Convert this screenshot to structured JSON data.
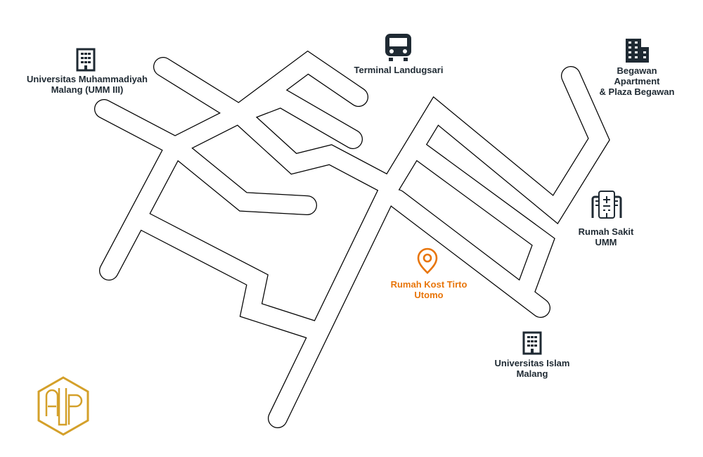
{
  "colors": {
    "road_outline": "#000000",
    "label": "#1f2a33",
    "accent": "#e8750a",
    "logo": "#d4a02a",
    "icon": "#1f2a33"
  },
  "places": {
    "umm3": {
      "icon": "office-building-icon",
      "lines": [
        "Universitas Muhammadiyah",
        "Malang (UMM III)"
      ]
    },
    "terminal": {
      "icon": "bus-icon",
      "lines": [
        "Terminal Landugsari"
      ]
    },
    "begawan": {
      "icon": "apartment-buildings-icon",
      "lines": [
        "Begawan",
        "Apartment",
        "& Plaza Begawan"
      ]
    },
    "hospital": {
      "icon": "hospital-icon",
      "lines": [
        "Rumah Sakit",
        "UMM"
      ]
    },
    "kost": {
      "icon": "map-pin-icon",
      "lines": [
        "Rumah Kost Tirto",
        "Utomo"
      ]
    },
    "uii": {
      "icon": "office-building-icon",
      "lines": [
        "Universitas Islam",
        "Malang"
      ]
    }
  },
  "logo": {
    "letters": "AP"
  }
}
